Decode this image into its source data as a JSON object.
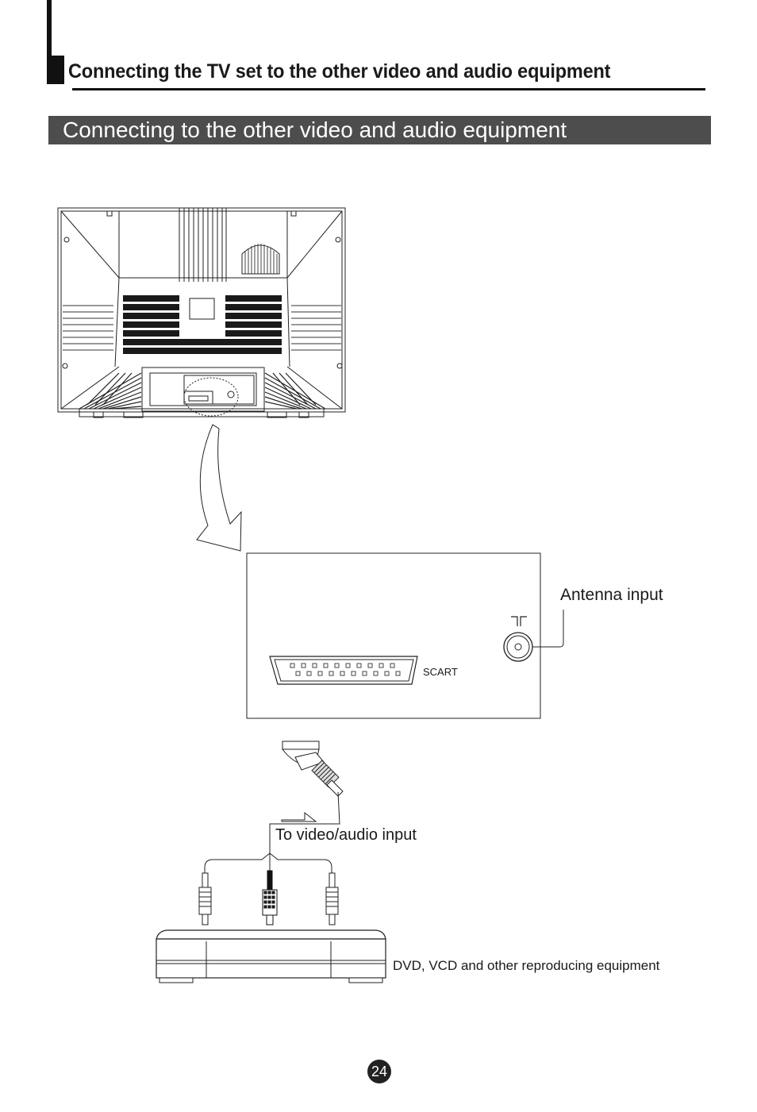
{
  "header": {
    "title": "Connecting the TV set to the other video and audio equipment"
  },
  "section": {
    "title": "Connecting to the other video and audio equipment"
  },
  "panel": {
    "antenna_label": "Antenna input",
    "scart_label": "SCART"
  },
  "cable": {
    "label": "To video/audio input"
  },
  "device": {
    "label": "DVD, VCD and other reproducing equipment"
  },
  "page": {
    "number": "24"
  }
}
